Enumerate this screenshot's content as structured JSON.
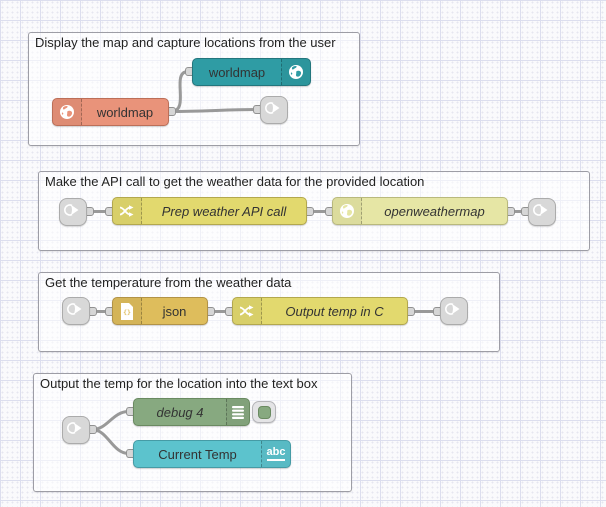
{
  "app": {
    "title": "Node-RED flow canvas"
  },
  "colors": {
    "wire": "#999999",
    "port": "#d6d6d6",
    "port_border": "#919191",
    "group_border": "#9d9da5",
    "worldmap_in": "#2F9CA4",
    "worldmap_in_border": "#23767d",
    "worldmap": "#E9937A",
    "worldmap_border": "#bc6f58",
    "change": "#E2D96E",
    "change_border": "#b3a84e",
    "openweathermap": "#E6E6A5",
    "openweathermap_border": "#b9b97d",
    "json": "#DEBD5C",
    "json_border": "#b29347",
    "debug": "#87A980",
    "debug_border": "#6a8a61",
    "ui_text": "#5CC3CD",
    "ui_text_border": "#459ba5",
    "link": "#D8D8D8",
    "link_border": "#ababab"
  },
  "groups": [
    {
      "title": "Display the map and capture locations from the user",
      "nodes": [
        {
          "label": "worldmap",
          "type": "worldmap-in"
        },
        {
          "label": "worldmap",
          "type": "worldmap"
        },
        {
          "label": "",
          "type": "link out"
        }
      ]
    },
    {
      "title": "Make the API call to get the weather data for the provided location",
      "nodes": [
        {
          "label": "",
          "type": "link in"
        },
        {
          "label": "Prep weather API call",
          "type": "change"
        },
        {
          "label": "openweathermap",
          "type": "openweathermap"
        },
        {
          "label": "",
          "type": "link out"
        }
      ]
    },
    {
      "title": "Get the temperature from the weather data",
      "nodes": [
        {
          "label": "",
          "type": "link in"
        },
        {
          "label": "json",
          "type": "json"
        },
        {
          "label": "Output temp in C",
          "type": "change"
        },
        {
          "label": "",
          "type": "link out"
        }
      ]
    },
    {
      "title": "Output the temp for the location into the text box",
      "nodes": [
        {
          "label": "",
          "type": "link in"
        },
        {
          "label": "debug 4",
          "type": "debug"
        },
        {
          "label": "Current Temp",
          "type": "ui_text"
        }
      ]
    }
  ],
  "icons": {
    "abc_label": "abc"
  }
}
